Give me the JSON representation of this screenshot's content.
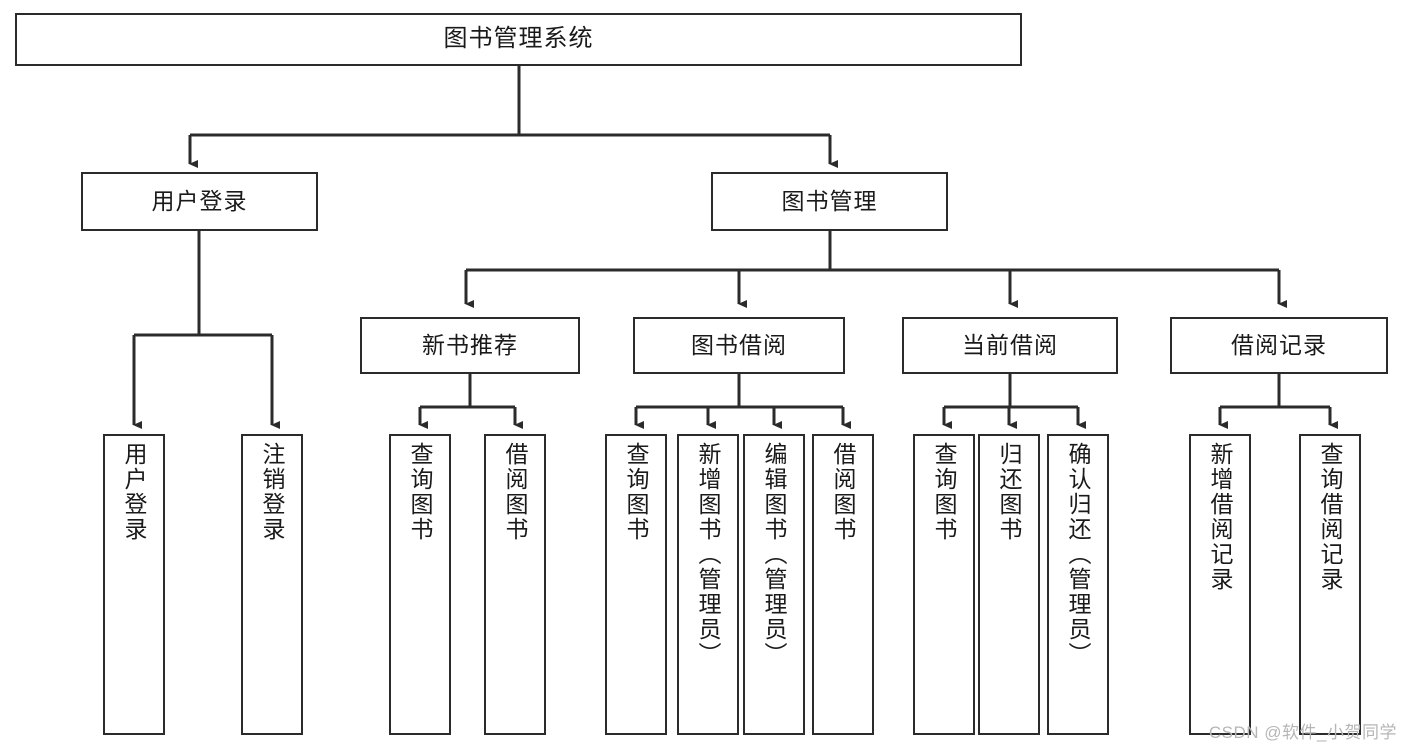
{
  "diagram": {
    "title": "图书管理系统",
    "type": "tree-hierarchy",
    "watermark": "CSDN @软件_小贺同学",
    "colors": {
      "stroke": "#2b2b2b",
      "fill": "#ffffff",
      "text": "#1a1a1a",
      "watermark": "#b6b6b6"
    },
    "root": {
      "label": "图书管理系统"
    },
    "level1": [
      {
        "label": "用户登录"
      },
      {
        "label": "图书管理"
      }
    ],
    "level2": [
      {
        "label": "新书推荐"
      },
      {
        "label": "图书借阅"
      },
      {
        "label": "当前借阅"
      },
      {
        "label": "借阅记录"
      }
    ],
    "leaves": {
      "user_login": [
        {
          "label": "用户登录"
        },
        {
          "label": "注销登录"
        }
      ],
      "new_book_recommend": [
        {
          "label": "查询图书"
        },
        {
          "label": "借阅图书"
        }
      ],
      "book_borrow": [
        {
          "label": "查询图书"
        },
        {
          "label": "新增图书（管理员）"
        },
        {
          "label": "编辑图书（管理员）"
        },
        {
          "label": "借阅图书"
        }
      ],
      "current_borrow": [
        {
          "label": "查询图书"
        },
        {
          "label": "归还图书"
        },
        {
          "label": "确认归还（管理员）"
        }
      ],
      "borrow_record": [
        {
          "label": "新增借阅记录"
        },
        {
          "label": "查询借阅记录"
        }
      ]
    }
  }
}
